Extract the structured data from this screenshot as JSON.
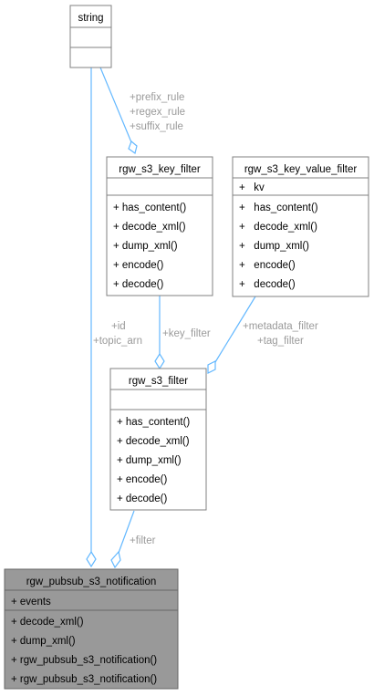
{
  "classes": {
    "string": {
      "name": "string",
      "attributes": [],
      "operations": []
    },
    "key_filter": {
      "name": "rgw_s3_key_filter",
      "attributes": [],
      "operations": [
        "+ has_content()",
        "+ decode_xml()",
        "+ dump_xml()",
        "+ encode()",
        "+ decode()"
      ]
    },
    "key_value_filter": {
      "name": "rgw_s3_key_value_filter",
      "attributes": [
        "+   kv"
      ],
      "operations": [
        "+   has_content()",
        "+   decode_xml()",
        "+   dump_xml()",
        "+   encode()",
        "+   decode()"
      ]
    },
    "filter": {
      "name": "rgw_s3_filter",
      "attributes": [],
      "operations": [
        "+ has_content()",
        "+ decode_xml()",
        "+ dump_xml()",
        "+ encode()",
        "+ decode()"
      ]
    },
    "notification": {
      "name": "rgw_pubsub_s3_notification",
      "attributes": [
        "+ events"
      ],
      "operations": [
        "+ decode_xml()",
        "+ dump_xml()",
        "+ rgw_pubsub_s3_notification()",
        "+ rgw_pubsub_s3_notification()"
      ]
    }
  },
  "edges": {
    "string_to_key_filter": [
      "+prefix_rule",
      "+regex_rule",
      "+suffix_rule"
    ],
    "string_to_notification": [
      "+id",
      "+topic_arn"
    ],
    "key_filter_to_filter": [
      "+key_filter"
    ],
    "key_value_filter_to_filter": [
      "+metadata_filter",
      "+tag_filter"
    ],
    "filter_to_notification": [
      "+filter"
    ]
  },
  "colors": {
    "edge": "#63b8ff",
    "box_border": "#808080",
    "box_fill": "#ffffff",
    "focus_fill": "#999999",
    "label": "#9a9a9a"
  }
}
